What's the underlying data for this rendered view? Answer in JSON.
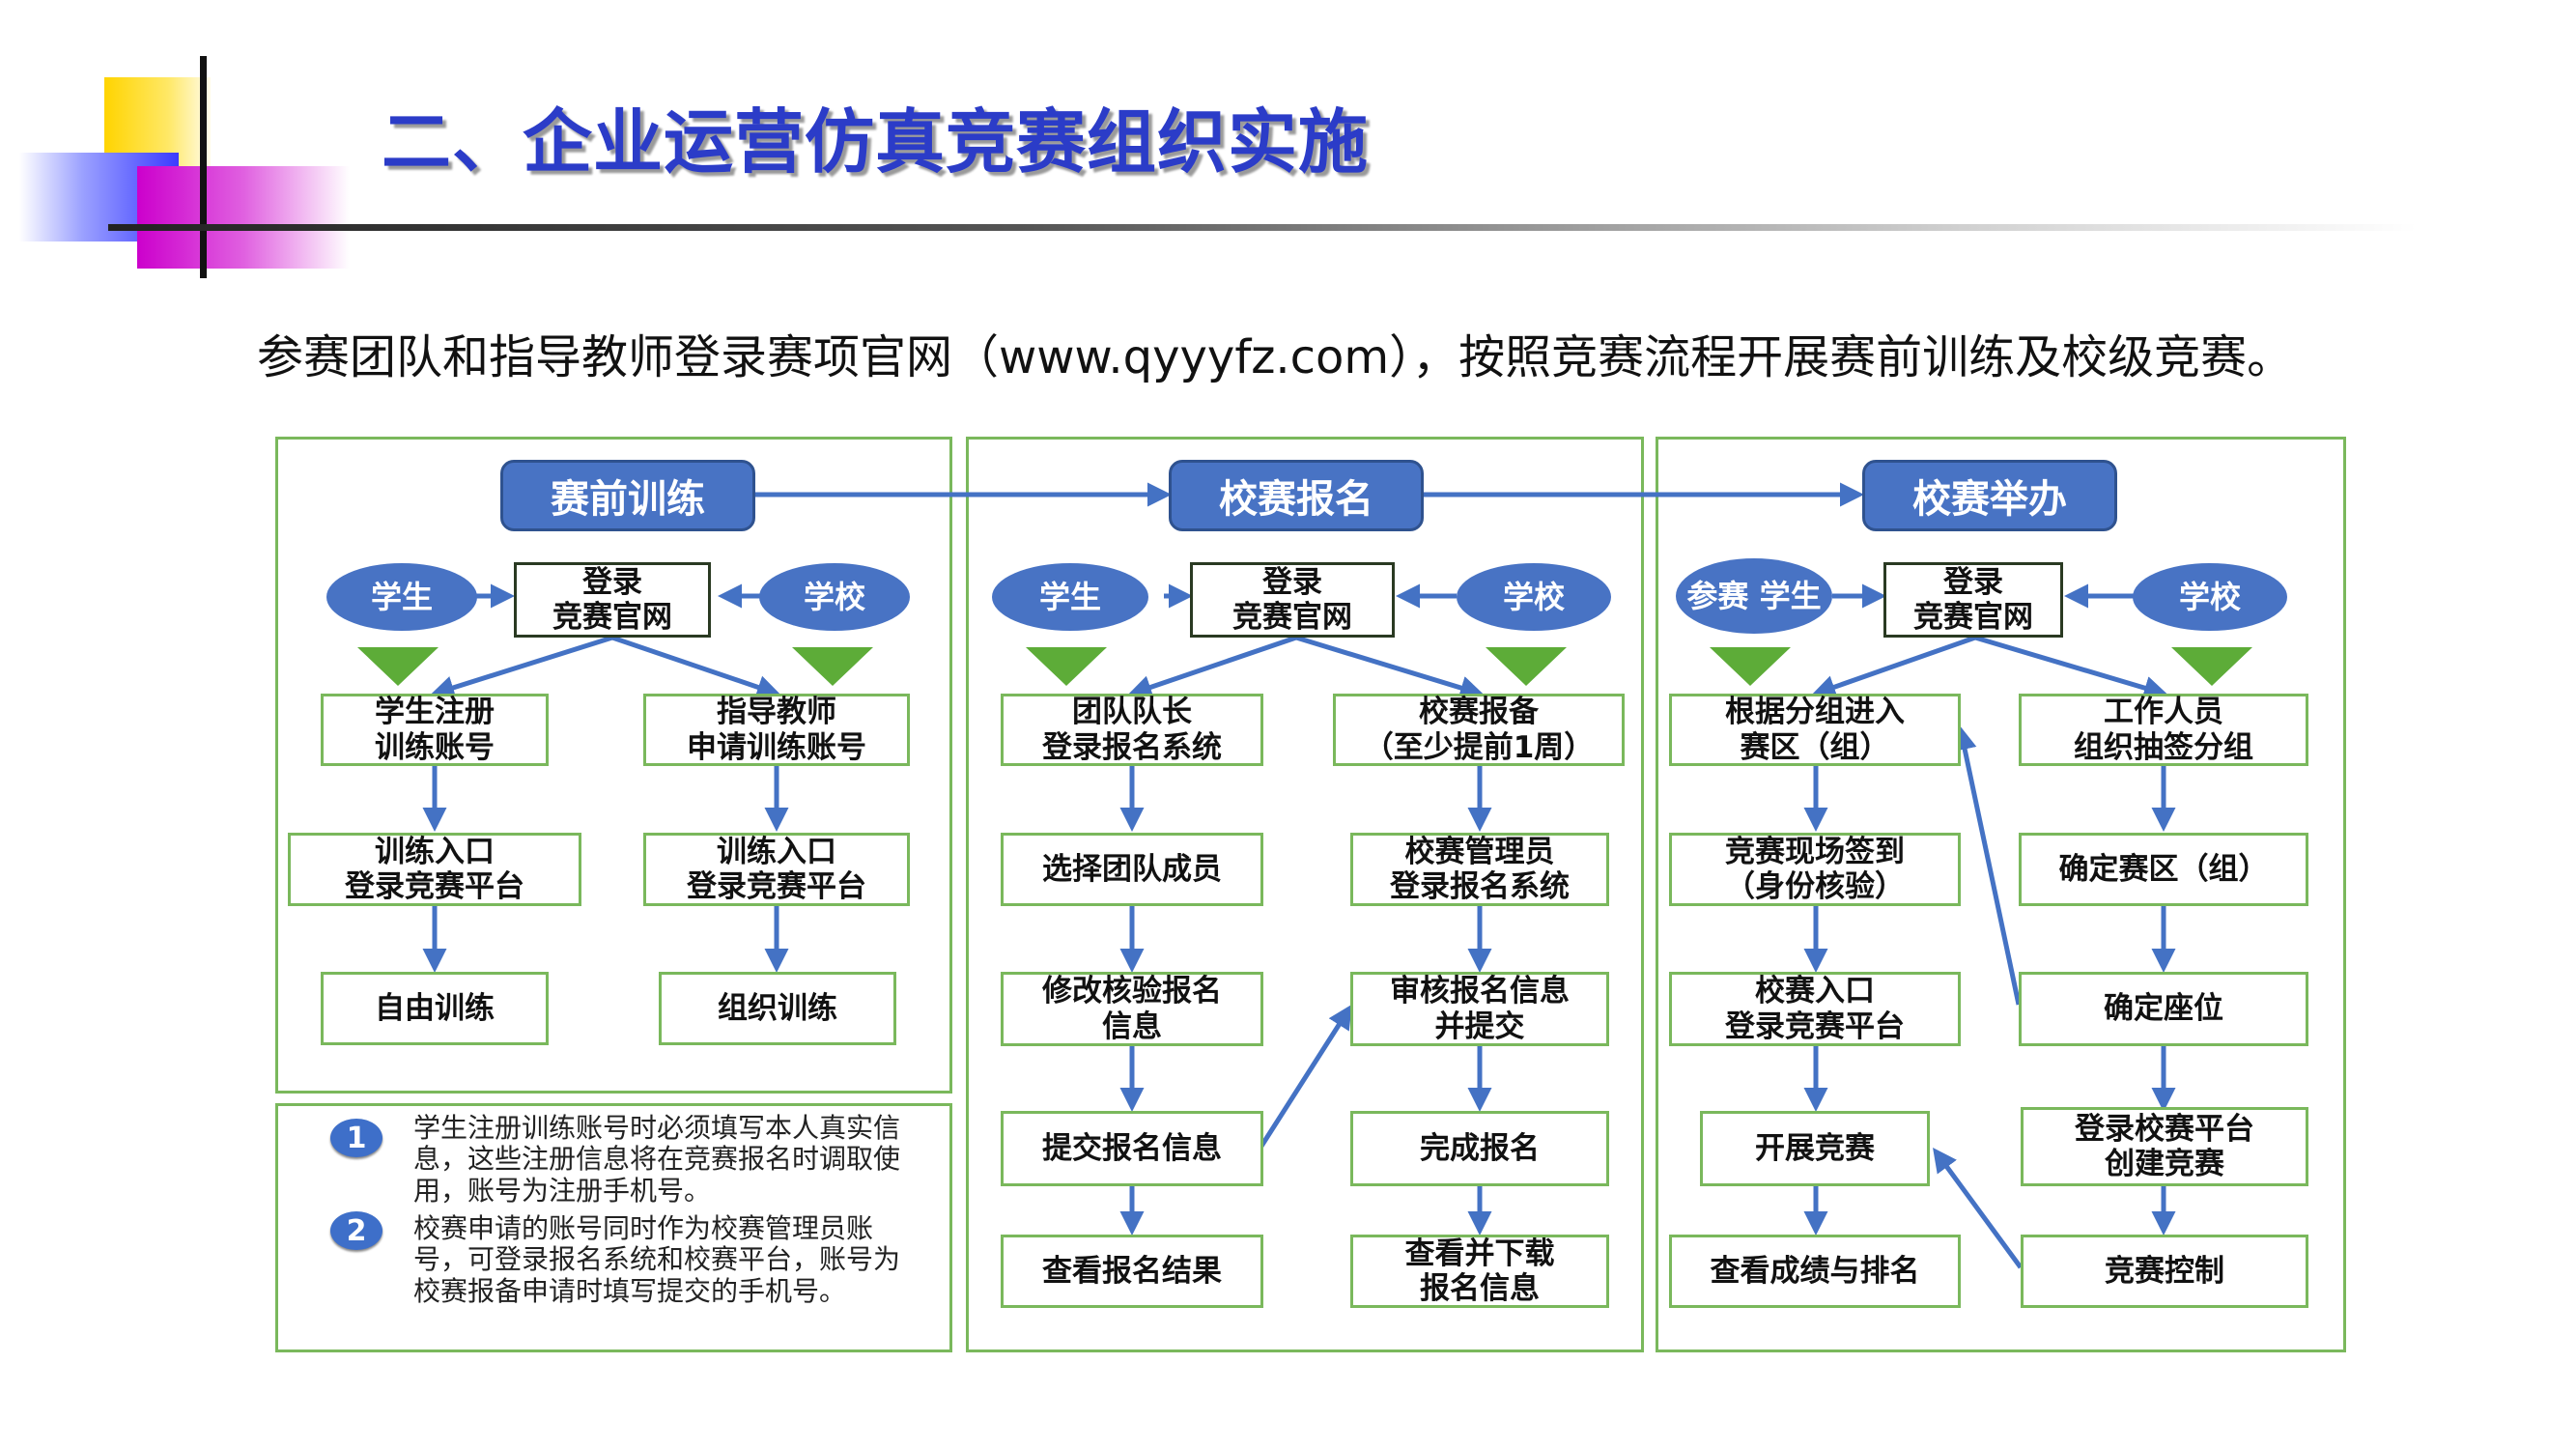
{
  "title": "二、企业运营仿真竞赛组织实施",
  "intro": "参赛团队和指导教师登录赛项官网（www.qyyyfz.com），按照竞赛流程开展赛前训练及校级竞赛。",
  "columns": {
    "training": {
      "header": "赛前训练",
      "student": "学生",
      "school": "学校",
      "login": "登录\n竞赛官网",
      "left": [
        "学生注册\n训练账号",
        "训练入口\n登录竞赛平台",
        "自由训练"
      ],
      "right": [
        "指导教师\n申请训练账号",
        "训练入口\n登录竞赛平台",
        "组织训练"
      ]
    },
    "registration": {
      "header": "校赛报名",
      "student": "学生",
      "school": "学校",
      "login": "登录\n竞赛官网",
      "left": [
        "团队队长\n登录报名系统",
        "选择团队成员",
        "修改核验报名\n信息",
        "提交报名信息",
        "查看报名结果"
      ],
      "right": [
        "校赛报备\n（至少提前1周）",
        "校赛管理员\n登录报名系统",
        "审核报名信息\n并提交",
        "完成报名",
        "查看并下载\n报名信息"
      ]
    },
    "hosting": {
      "header": "校赛举办",
      "student": "参赛\n学生",
      "school": "学校",
      "login": "登录\n竞赛官网",
      "left": [
        "根据分组进入\n赛区（组）",
        "竞赛现场签到\n（身份核验）",
        "校赛入口\n登录竞赛平台",
        "开展竞赛",
        "查看成绩与排名"
      ],
      "right": [
        "工作人员\n组织抽签分组",
        "确定赛区（组）",
        "确定座位",
        "登录校赛平台\n创建竞赛",
        "竞赛控制"
      ]
    }
  },
  "notes": [
    {
      "num": "1",
      "text": "学生注册训练账号时必须填写本人真实信息，这些注册信息将在竞赛报名时调取使用，账号为注册手机号。"
    },
    {
      "num": "2",
      "text": "校赛申请的账号同时作为校赛管理员账号，可登录报名系统和校赛平台，账号为校赛报备申请时填写提交的手机号。"
    }
  ],
  "colors": {
    "title": "#2b3cc8",
    "header_fill": "#4873c4",
    "box_border": "#7ab85c",
    "triangle": "#5dac38",
    "arrow": "#4472c4"
  }
}
